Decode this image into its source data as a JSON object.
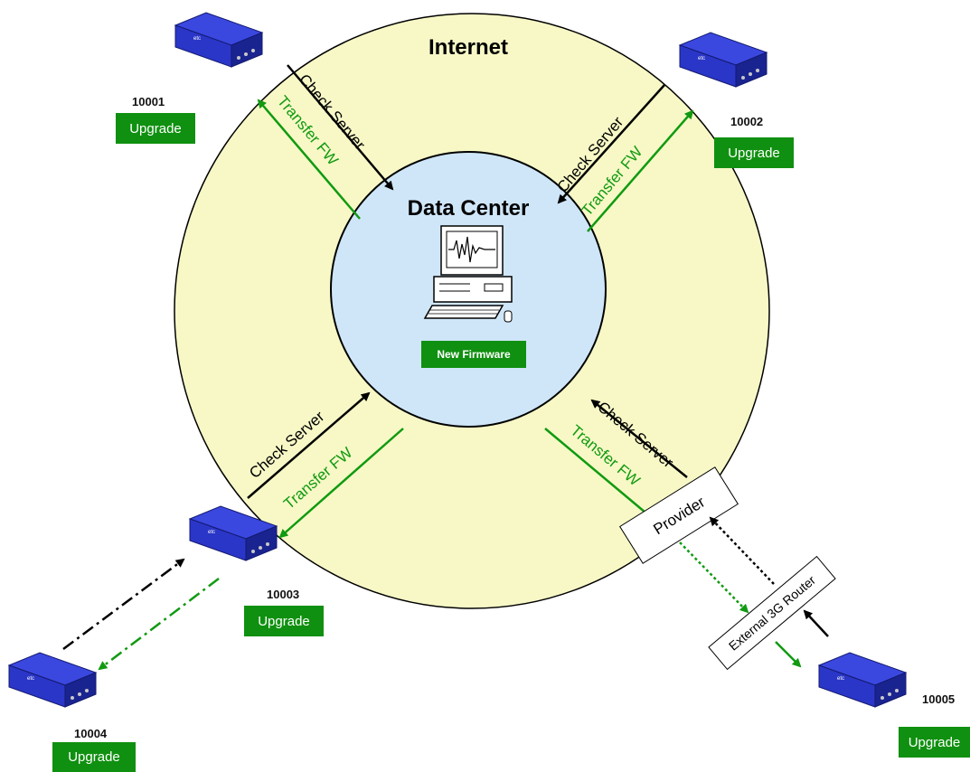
{
  "internet_label": "Internet",
  "datacenter_label": "Data Center",
  "new_firmware_label": "New Firmware",
  "provider_label": "Provider",
  "router_label": "External 3G Router",
  "check_server": "Check Server",
  "transfer_fw": "Transfer FW",
  "upgrade_label": "Upgrade",
  "devices": {
    "d10001": "10001",
    "d10002": "10002",
    "d10003": "10003",
    "d10004": "10004",
    "d10005": "10005"
  },
  "colors": {
    "internet_fill": "#f7f8c6",
    "datacenter_fill": "#cfe6f8",
    "green": "#119a11",
    "button": "#109010",
    "device_blue": "#2a36c8"
  },
  "icons": [
    "device-icon",
    "computer-icon",
    "arrow-icon"
  ]
}
